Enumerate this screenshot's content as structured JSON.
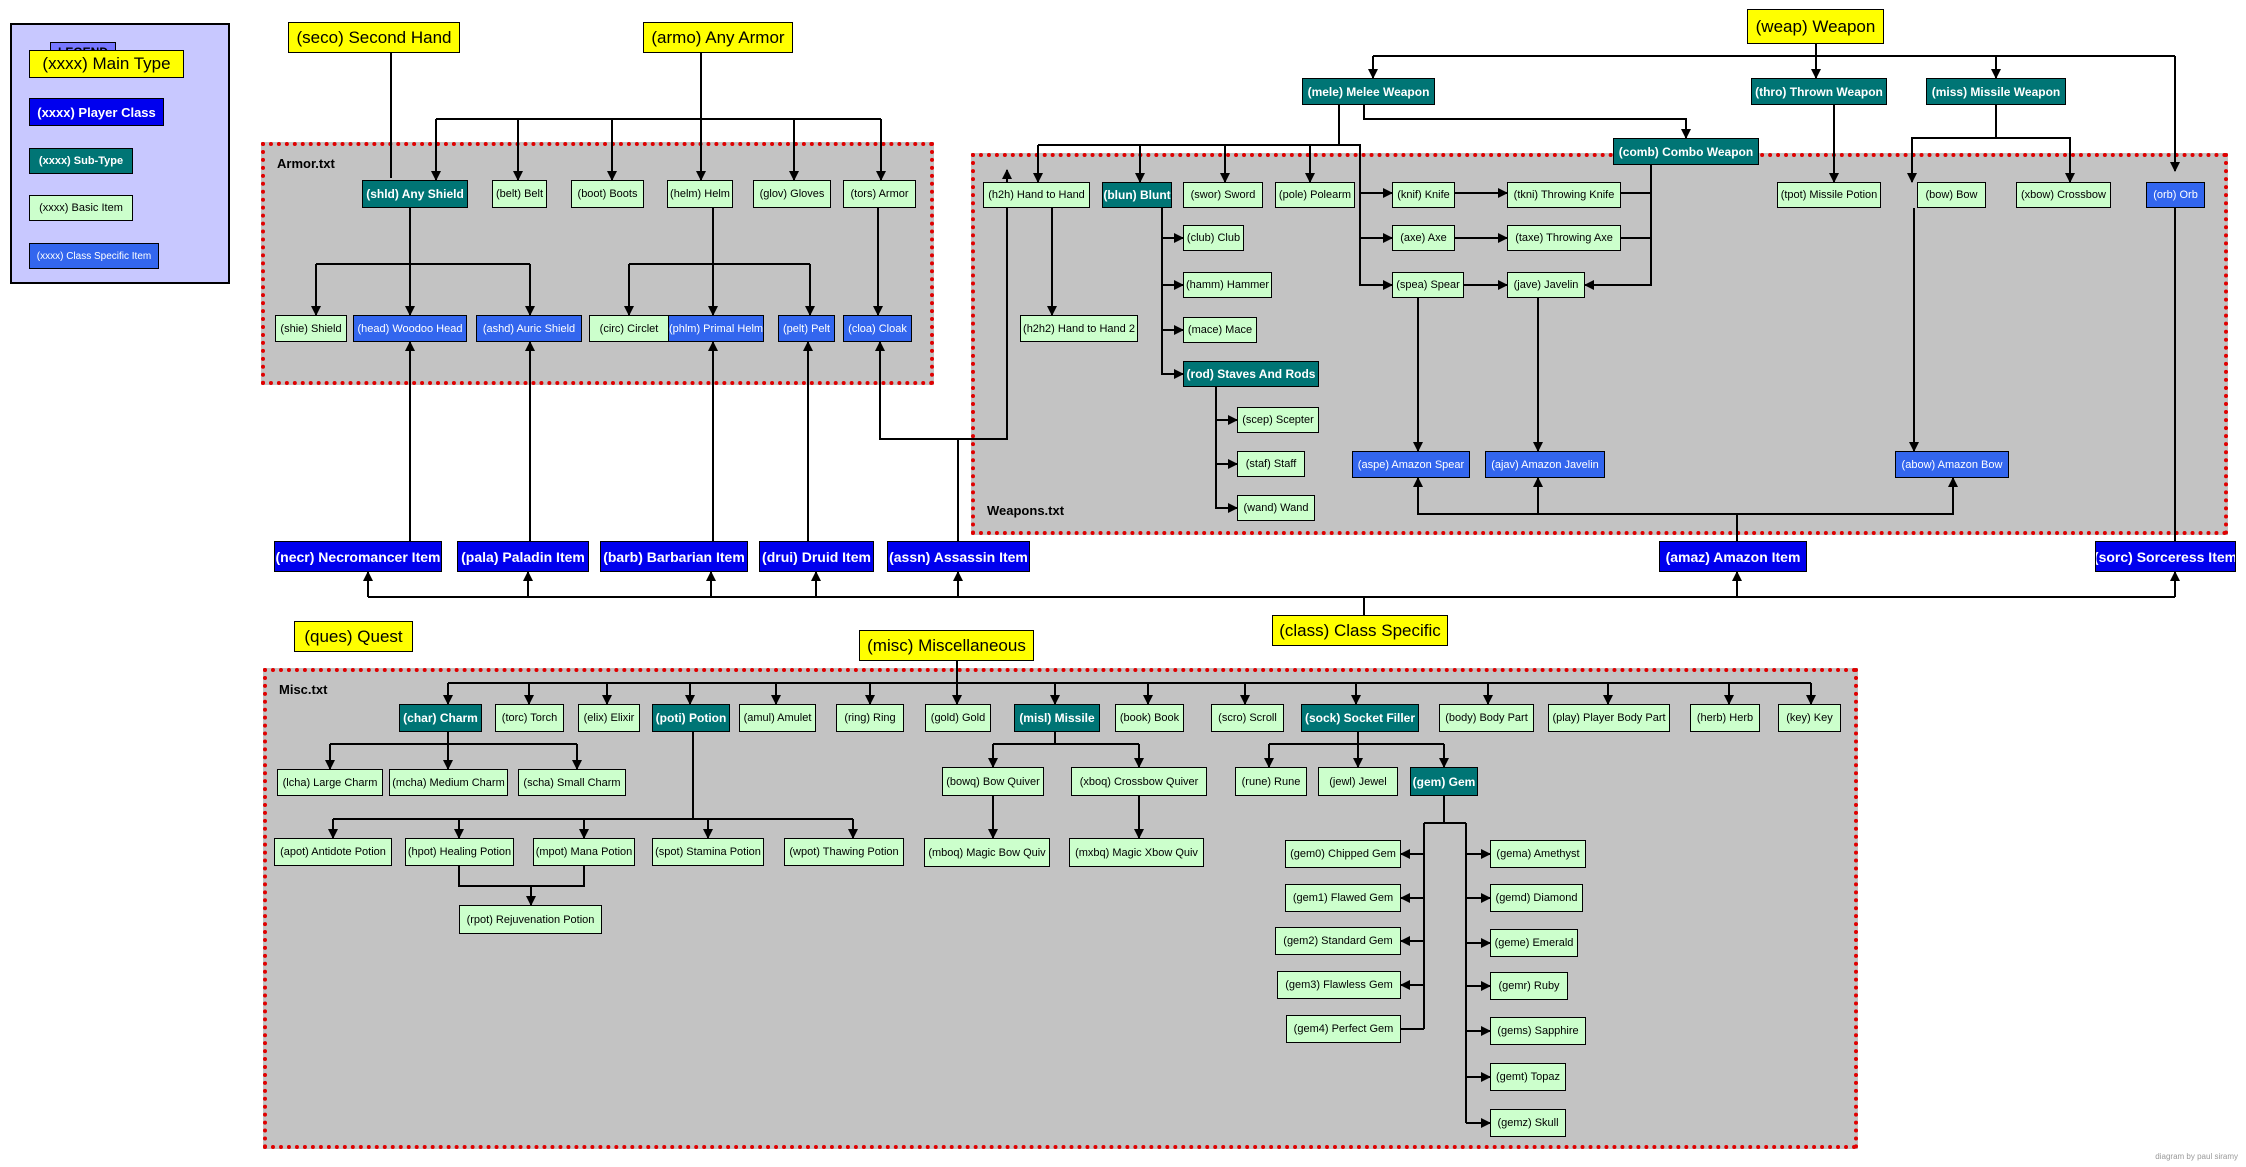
{
  "legend": {
    "title": "LEGEND",
    "main_type": "(xxxx) Main Type",
    "player_class": "(xxxx) Player Class",
    "sub_type": "(xxxx) Sub-Type",
    "basic_item": "(xxxx) Basic Item",
    "class_specific_item": "(xxxx) Class Specific Item"
  },
  "regions": {
    "armor": "Armor.txt",
    "weapons": "Weapons.txt",
    "misc": "Misc.txt"
  },
  "credit": "diagram by paul siramy",
  "colors": {
    "main_type": "#ffff00",
    "player_class": "#0000ee",
    "sub_type": "#007575",
    "basic_item": "#ccffcc",
    "class_specific_item": "#3366ee",
    "region_border": "#e00000",
    "region_fill": "#c3c3c3"
  },
  "nodes": {
    "seco": "(seco) Second Hand",
    "armo": "(armo) Any Armor",
    "weap": "(weap) Weapon",
    "mele": "(mele) Melee Weapon",
    "thro": "(thro) Thrown Weapon",
    "miss": "(miss) Missile Weapon",
    "comb": "(comb) Combo Weapon",
    "shld": "(shld) Any Shield",
    "belt": "(belt) Belt",
    "boot": "(boot) Boots",
    "helm": "(helm) Helm",
    "glov": "(glov) Gloves",
    "tors": "(tors) Armor",
    "shie": "(shie) Shield",
    "head": "(head) Woodoo Head",
    "ashd": "(ashd) Auric Shield",
    "circ": "(circ) Circlet",
    "phlm": "(phlm) Primal Helm",
    "pelt": "(pelt) Pelt",
    "cloa": "(cloa) Cloak",
    "h2h": "(h2h) Hand to Hand",
    "blun": "(blun) Blunt",
    "swor": "(swor) Sword",
    "pole": "(pole) Polearm",
    "knif": "(knif) Knife",
    "tkni": "(tkni) Throwing Knife",
    "tpot": "(tpot) Missile Potion",
    "bow": "(bow) Bow",
    "xbow": "(xbow) Crossbow",
    "orb": "(orb) Orb",
    "club": "(club) Club",
    "axe": "(axe) Axe",
    "taxe": "(taxe) Throwing Axe",
    "hamm": "(hamm) Hammer",
    "spea": "(spea) Spear",
    "jave": "(jave) Javelin",
    "h2h2": "(h2h2) Hand to Hand 2",
    "mace": "(mace) Mace",
    "rod": "(rod) Staves And Rods",
    "scep": "(scep) Scepter",
    "staf": "(staf) Staff",
    "wand": "(wand) Wand",
    "aspe": "(aspe) Amazon Spear",
    "ajav": "(ajav) Amazon Javelin",
    "abow": "(abow) Amazon Bow",
    "necr": "(necr) Necromancer Item",
    "pala": "(pala) Paladin Item",
    "barb": "(barb) Barbarian Item",
    "drui": "(drui) Druid Item",
    "assn": "(assn) Assassin Item",
    "amaz": "(amaz) Amazon Item",
    "sorc": "(sorc) Sorceress Item",
    "ques": "(ques) Quest",
    "class": "(class) Class Specific",
    "misc": "(misc) Miscellaneous",
    "char": "(char) Charm",
    "torc": "(torc) Torch",
    "elix": "(elix) Elixir",
    "poti": "(poti) Potion",
    "amul": "(amul) Amulet",
    "ring": "(ring) Ring",
    "gold": "(gold) Gold",
    "misl": "(misl) Missile",
    "book": "(book) Book",
    "scro": "(scro) Scroll",
    "sock": "(sock) Socket Filler",
    "body": "(body) Body Part",
    "play": "(play) Player Body Part",
    "herb": "(herb) Herb",
    "key": "(key) Key",
    "lcha": "(lcha) Large Charm",
    "mcha": "(mcha) Medium Charm",
    "scha": "(scha) Small Charm",
    "bowq": "(bowq) Bow Quiver",
    "xboq": "(xboq) Crossbow Quiver",
    "rune": "(rune) Rune",
    "jewl": "(jewl) Jewel",
    "gem": "(gem) Gem",
    "apot": "(apot) Antidote Potion",
    "hpot": "(hpot) Healing Potion",
    "mpot": "(mpot) Mana Potion",
    "spot": "(spot) Stamina Potion",
    "wpot": "(wpot) Thawing Potion",
    "mboq": "(mboq) Magic Bow Quiv",
    "mxbq": "(mxbq) Magic Xbow Quiv",
    "rpot": "(rpot) Rejuvenation Potion",
    "gem0": "(gem0) Chipped Gem",
    "gem1": "(gem1) Flawed Gem",
    "gem2": "(gem2) Standard Gem",
    "gem3": "(gem3) Flawless Gem",
    "gem4": "(gem4) Perfect Gem",
    "gema": "(gema) Amethyst",
    "gemd": "(gemd) Diamond",
    "geme": "(geme) Emerald",
    "gemr": "(gemr) Ruby",
    "gems": "(gems) Sapphire",
    "gemt": "(gemt) Topaz",
    "gemz": "(gemz) Skull"
  }
}
